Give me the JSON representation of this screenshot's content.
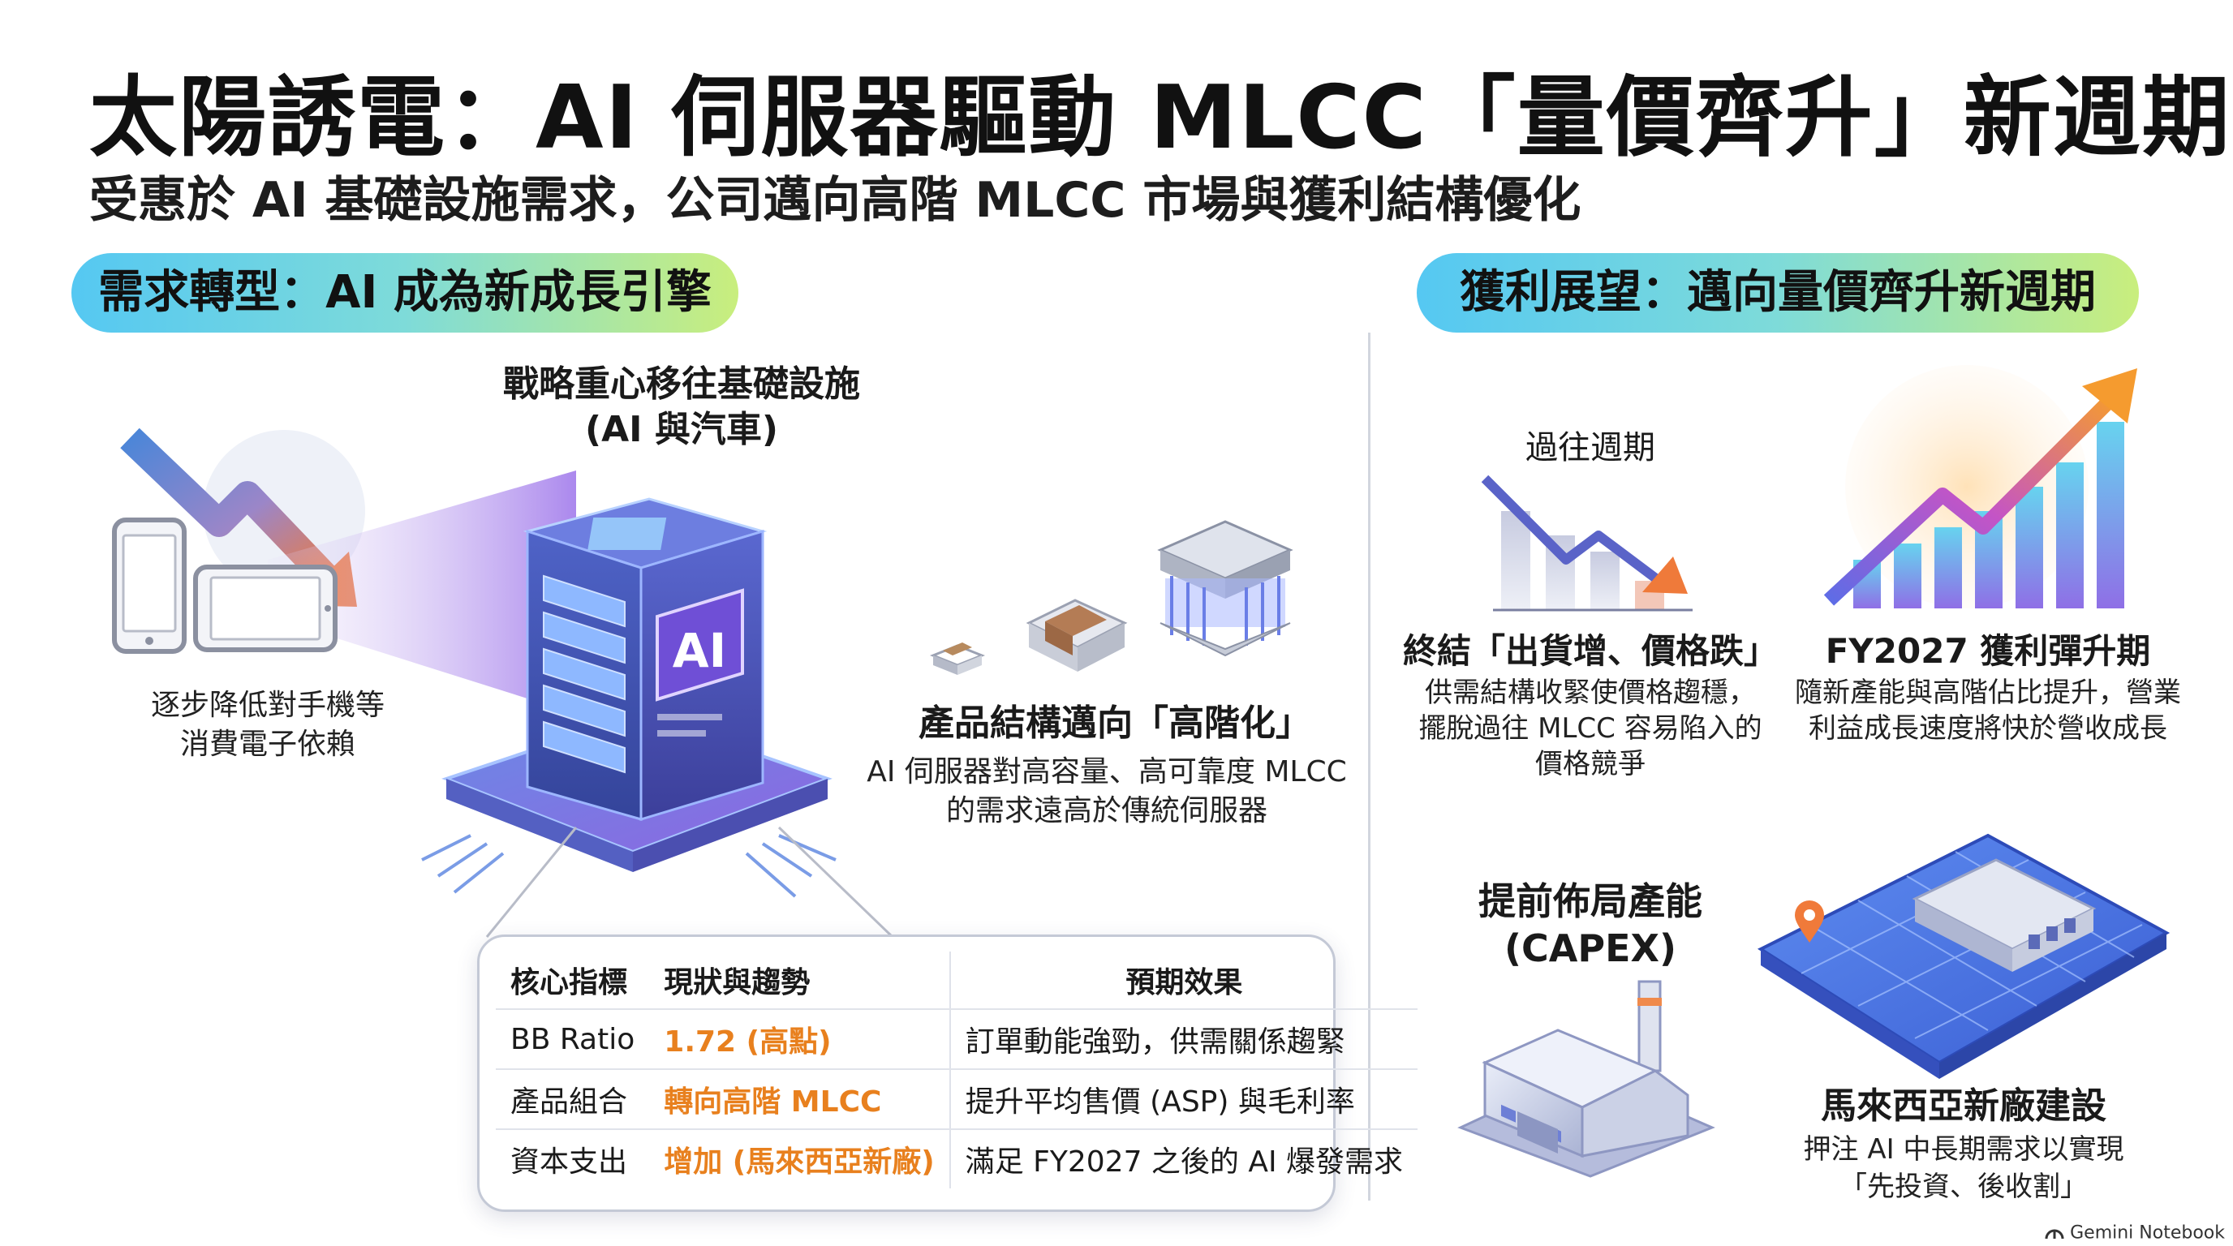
{
  "title": "太陽誘電：AI 伺服器驅動 MLCC「量價齊升」新週期",
  "subtitle": "受惠於 AI 基礎設施需求，公司邁向高階 MLCC 市場與獲利結構優化",
  "left": {
    "header": "需求轉型：AI 成為新成長引擎",
    "strategy_line1": "戰略重心移往基礎設施",
    "strategy_line2": "(AI 與汽車)",
    "server_badge": "AI",
    "consumer_line1": "逐步降低對手機等",
    "consumer_line2": "消費電子依賴",
    "product_title": "產品結構邁向「高階化」",
    "product_desc_line1": "AI 伺服器對高容量、高可靠度 MLCC",
    "product_desc_line2": "的需求遠高於傳統伺服器",
    "table": {
      "headers": [
        "核心指標",
        "現狀與趨勢",
        "預期效果"
      ],
      "rows": [
        {
          "metric": "BB Ratio",
          "status": "1.72 (高點)",
          "effect": "訂單動能強勁，供需關係趨緊"
        },
        {
          "metric": "產品組合",
          "status": "轉向高階 MLCC",
          "effect": "提升平均售價 (ASP) 與毛利率"
        },
        {
          "metric": "資本支出",
          "status": "增加 (馬來西亞新廠)",
          "effect": "滿足 FY2027 之後的 AI 爆發需求"
        }
      ]
    }
  },
  "right": {
    "header": "獲利展望：邁向量價齊升新週期",
    "past_cycle_label": "過往週期",
    "past_title": "終結「出貨增、價格跌」",
    "past_desc_line1": "供需結構收緊使價格趨穩，",
    "past_desc_line2": "擺脫過往 MLCC 容易陷入的",
    "past_desc_line3": "價格競爭",
    "future_title": "FY2027 獲利彈升期",
    "future_desc_line1": "隨新產能與高階佔比提升，營業",
    "future_desc_line2": "利益成長速度將快於營收成長",
    "capex_line1": "提前佈局產能",
    "capex_line2": "(CAPEX)",
    "plant_title": "馬來西亞新廠建設",
    "plant_desc_line1": "押注 AI 中長期需求以實現",
    "plant_desc_line2": "「先投資、後收割」"
  },
  "footer": "Gemini Notebook",
  "icons": [
    "declining-arrow-icon",
    "phone-icon",
    "tablet-icon",
    "ai-server-icon",
    "mlcc-chip-icon",
    "growth-chart-icon",
    "factory-icon",
    "site-plan-icon",
    "location-pin-icon",
    "notebook-logo-icon"
  ],
  "colors": {
    "accent_orange": "#e8801e",
    "pill_start": "#55c8f2",
    "pill_end": "#c9ee7d",
    "divider": "#d2d6de"
  }
}
